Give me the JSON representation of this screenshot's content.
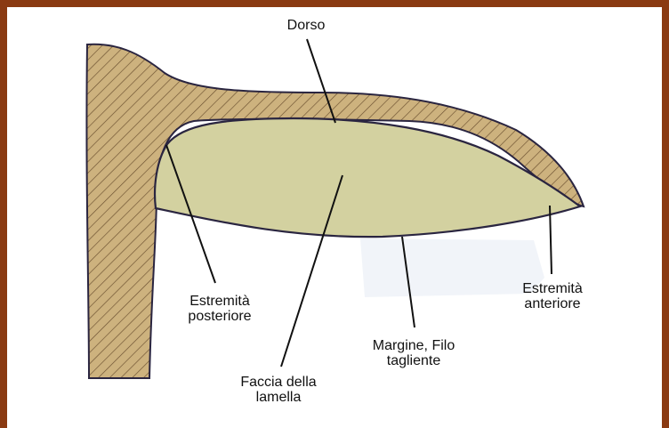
{
  "colors": {
    "frame": "#8a3a12",
    "handle_fill": "#cdb27e",
    "blade_face": "#d3d1a0",
    "outline": "#2a2540",
    "leader": "#111111"
  },
  "labels": {
    "dorso": "Dorso",
    "estremita_posteriore_1": "Estremità",
    "estremita_posteriore_2": "posteriore",
    "estremita_anteriore_1": "Estremità",
    "estremita_anteriore_2": "anteriore",
    "margine_1": "Margine, Filo",
    "margine_2": "tagliente",
    "faccia_1": "Faccia della",
    "faccia_2": "lamella"
  }
}
